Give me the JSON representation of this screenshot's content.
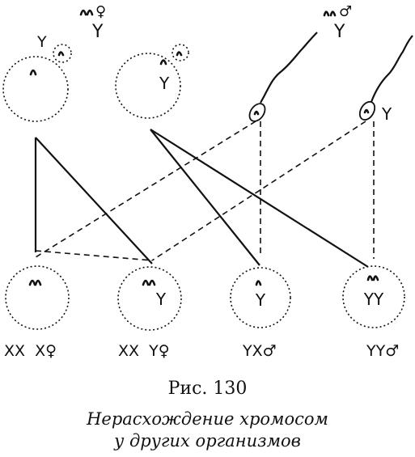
{
  "figure": {
    "number": "Рис. 130",
    "title_line1": "Нерасхождение хромосом",
    "title_line2": "у других организмов"
  },
  "parents": {
    "female": {
      "chromosomes": "ꟿ",
      "sex_symbol": "♀",
      "y": "Y",
      "label": "♀"
    },
    "male": {
      "sex_symbol": "♂",
      "y": "Y"
    }
  },
  "gametes": {
    "egg1_y": "Y",
    "egg2_y": "Y",
    "sperm2_y": "Y"
  },
  "offspring": [
    {
      "inner": "",
      "label": "XX  X♀"
    },
    {
      "inner": "Y",
      "label": "XX  Y♀"
    },
    {
      "inner": "Y",
      "label": "YX♂"
    },
    {
      "inner": "YY",
      "label": "YY♂"
    }
  ]
}
